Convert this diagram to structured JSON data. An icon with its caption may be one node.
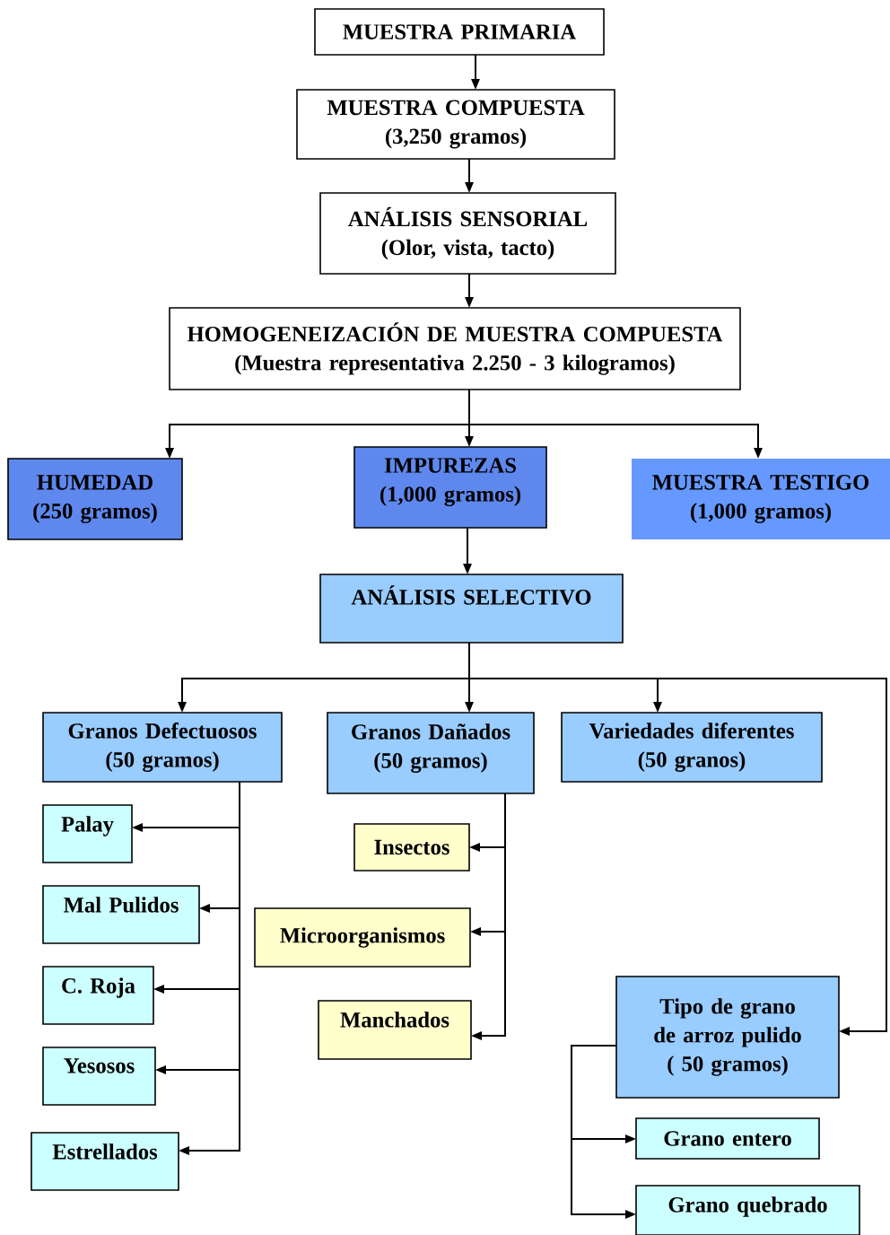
{
  "diagram": {
    "nodes": [
      {
        "text": [
          "MUESTRA PRIMARIA"
        ]
      },
      {
        "text": [
          "MUESTRA COMPUESTA",
          "(3,250 gramos)"
        ]
      },
      {
        "text": [
          "ANÁLISIS SENSORIAL",
          "(Olor, vista, tacto)"
        ]
      },
      {
        "text": [
          "HOMOGENEIZACIÓN DE MUESTRA COMPUESTA",
          "(Muestra representativa 2.250 - 3 kilogramos)"
        ]
      },
      {
        "text": [
          "HUMEDAD",
          "(250  gramos)"
        ]
      },
      {
        "text": [
          "IMPUREZAS",
          "(1,000  gramos)"
        ]
      },
      {
        "text": [
          "MUESTRA TESTIGO",
          "(1,000 gramos)"
        ]
      },
      {
        "text": [
          "ANÁLISIS  SELECTIVO"
        ]
      },
      {
        "text": [
          "Granos Defectuosos",
          "(50  gramos)"
        ]
      },
      {
        "text": [
          "Granos Dañados",
          "(50  gramos)"
        ]
      },
      {
        "text": [
          "Variedades diferentes",
          "(50 granos)"
        ]
      },
      {
        "text": [
          "Palay"
        ]
      },
      {
        "text": [
          "Mal Pulidos"
        ]
      },
      {
        "text": [
          "C. Roja"
        ]
      },
      {
        "text": [
          "Yesosos"
        ]
      },
      {
        "text": [
          "Estrellados"
        ]
      },
      {
        "text": [
          "Insectos"
        ]
      },
      {
        "text": [
          "Microorganismos"
        ]
      },
      {
        "text": [
          "Manchados"
        ]
      },
      {
        "text": [
          "Tipo de grano de arroz pulido",
          "( 50 gramos)"
        ]
      },
      {
        "text": [
          "Grano entero"
        ]
      },
      {
        "text": [
          "Grano quebrado"
        ]
      }
    ],
    "edges": [
      {
        "from": 0,
        "to": 1,
        "arrow": "to"
      },
      {
        "from": 1,
        "to": 2,
        "arrow": "to"
      },
      {
        "from": 2,
        "to": 3,
        "arrow": "to"
      },
      {
        "from": 3,
        "to": 4,
        "arrow": "to"
      },
      {
        "from": 3,
        "to": 5,
        "arrow": "to"
      },
      {
        "from": 3,
        "to": 6,
        "arrow": "to"
      },
      {
        "from": 5,
        "to": 7,
        "arrow": "to"
      },
      {
        "from": 7,
        "to": 8,
        "arrow": "to"
      },
      {
        "from": 7,
        "to": 9,
        "arrow": "to"
      },
      {
        "from": 7,
        "to": 10,
        "arrow": "to"
      },
      {
        "from": 7,
        "to": 19,
        "arrow": "to"
      },
      {
        "from": 8,
        "to": 11,
        "arrow": "to"
      },
      {
        "from": 8,
        "to": 12,
        "arrow": "to"
      },
      {
        "from": 8,
        "to": 13,
        "arrow": "to"
      },
      {
        "from": 8,
        "to": 14,
        "arrow": "to"
      },
      {
        "from": 8,
        "to": 15,
        "arrow": "to"
      },
      {
        "from": 9,
        "to": 16,
        "arrow": "to"
      },
      {
        "from": 9,
        "to": 17,
        "arrow": "to"
      },
      {
        "from": 9,
        "to": 18,
        "arrow": "to"
      },
      {
        "from": 19,
        "to": 20,
        "arrow": "to"
      },
      {
        "from": 19,
        "to": 21,
        "arrow": "to"
      }
    ]
  }
}
